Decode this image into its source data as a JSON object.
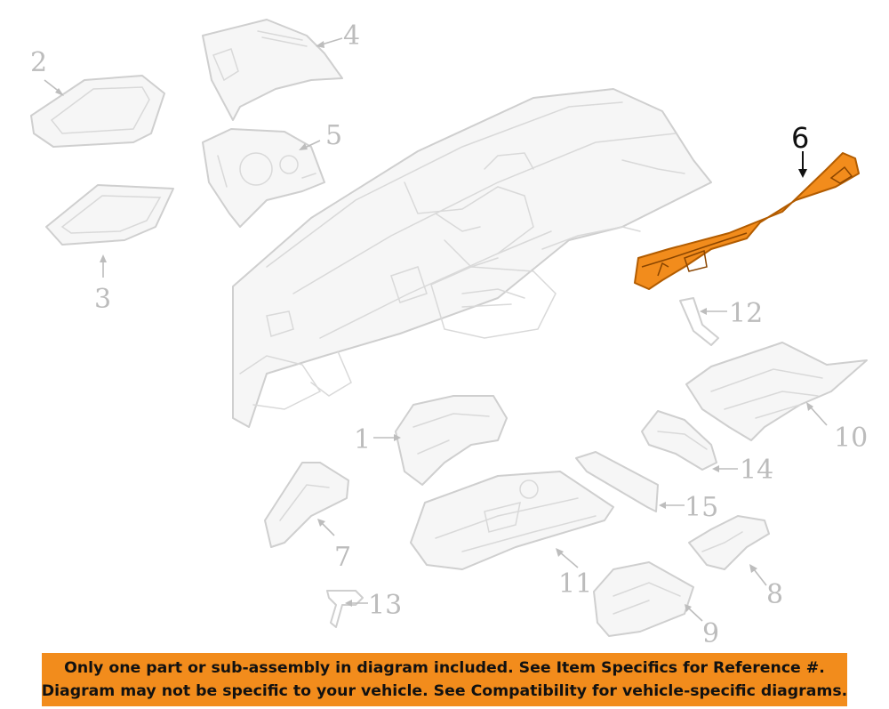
{
  "diagram": {
    "callouts": {
      "c1": "1",
      "c2": "2",
      "c3": "3",
      "c4": "4",
      "c5": "5",
      "c6": "6",
      "c7": "7",
      "c8": "8",
      "c9": "9",
      "c10": "10",
      "c11": "11",
      "c12": "12",
      "c13": "13",
      "c14": "14",
      "c15": "15"
    },
    "highlighted_part": "6",
    "colors": {
      "highlight": "#f28c1c",
      "line": "#cfcfcf",
      "label": "#bcbcbc"
    }
  },
  "disclaimer": {
    "line1": "Only one part or sub-assembly in diagram included. See Item Specifics for Reference #.",
    "line2": "Diagram may not be specific to your vehicle. See Compatibility for vehicle-specific diagrams."
  }
}
